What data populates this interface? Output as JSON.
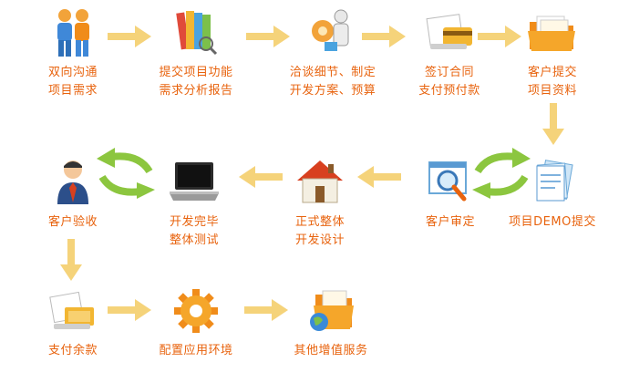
{
  "steps": [
    {
      "line1": "双向沟通",
      "line2": "项目需求",
      "icon": "people-icon"
    },
    {
      "line1": "提交项目功能",
      "line2": "需求分析报告",
      "icon": "books-icon"
    },
    {
      "line1": "洽谈细节、制定",
      "line2": "开发方案、预算",
      "icon": "meeting-icon"
    },
    {
      "line1": "签订合同",
      "line2": "支付预付款",
      "icon": "credit-card-icon"
    },
    {
      "line1": "客户提交",
      "line2": "项目资料",
      "icon": "folder-documents-icon"
    },
    {
      "line1": "项目DEMO提交",
      "line2": "",
      "icon": "document-stack-icon"
    },
    {
      "line1": "客户审定",
      "line2": "",
      "icon": "magnifier-window-icon"
    },
    {
      "line1": "正式整体",
      "line2": "开发设计",
      "icon": "house-icon"
    },
    {
      "line1": "开发完毕",
      "line2": "整体测试",
      "icon": "laptop-icon"
    },
    {
      "line1": "客户验收",
      "line2": "",
      "icon": "businessman-icon"
    },
    {
      "line1": "支付余款",
      "line2": "",
      "icon": "money-icon"
    },
    {
      "line1": "配置应用环境",
      "line2": "",
      "icon": "gear-icon"
    },
    {
      "line1": "其他增值服务",
      "line2": "",
      "icon": "globe-folder-icon"
    }
  ],
  "colors": {
    "label": "#e8630e",
    "arrow": "#f5d37a",
    "cycle_arrow": "#8cc63f"
  }
}
